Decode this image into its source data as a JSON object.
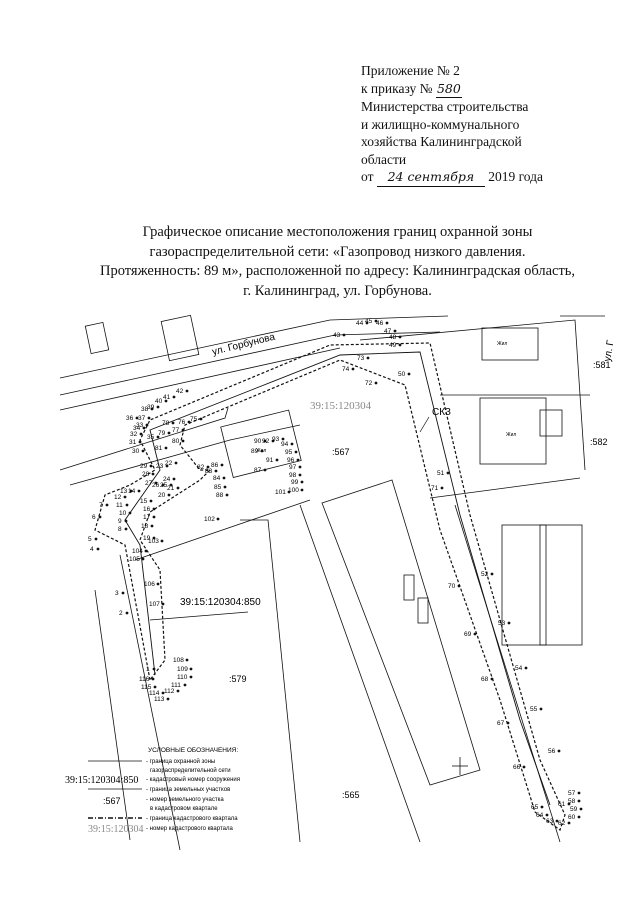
{
  "header": {
    "line1": "Приложение № 2",
    "line2_prefix": "к приказу №",
    "order_number": "580",
    "line3": "Министерства строительства",
    "line4": "и жилищно-коммунального",
    "line5": "хозяйства Калининградской",
    "line6": "области",
    "date_prefix": "от",
    "date_handwritten": "24 сентября",
    "date_suffix": "2019 года"
  },
  "title": {
    "line1": "Графическое описание местоположения границ охранной зоны",
    "line2": "газораспределительной сети: «Газопровод низкого давления.",
    "line3": "Протяженность: 89 м», расположенной по адресу: Калининградская область,",
    "line4": "г. Калининград, ул. Горбунова."
  },
  "map": {
    "street_label": "ул. Горбунова",
    "street_label_right": "ул. Г",
    "quarter_label": "39:15:120304",
    "parcel_number_label": "39:15:120304:850",
    "facility_label": "СКЗ",
    "building_label": "Жил",
    "parcels": [
      ":581",
      ":582",
      ":567",
      ":579",
      ":565"
    ],
    "points": [
      {
        "n": "1"
      },
      {
        "n": "2"
      },
      {
        "n": "3"
      },
      {
        "n": "4"
      },
      {
        "n": "5"
      },
      {
        "n": "6"
      },
      {
        "n": "7"
      },
      {
        "n": "8"
      },
      {
        "n": "9"
      },
      {
        "n": "10"
      },
      {
        "n": "11"
      },
      {
        "n": "12"
      },
      {
        "n": "13"
      },
      {
        "n": "14"
      },
      {
        "n": "15"
      },
      {
        "n": "16"
      },
      {
        "n": "17"
      },
      {
        "n": "18"
      },
      {
        "n": "19"
      },
      {
        "n": "20"
      },
      {
        "n": "21"
      },
      {
        "n": "22"
      },
      {
        "n": "23"
      },
      {
        "n": "24"
      },
      {
        "n": "25"
      },
      {
        "n": "26"
      },
      {
        "n": "27"
      },
      {
        "n": "28"
      },
      {
        "n": "29"
      },
      {
        "n": "30"
      },
      {
        "n": "31"
      },
      {
        "n": "32"
      },
      {
        "n": "33"
      },
      {
        "n": "34"
      },
      {
        "n": "35"
      },
      {
        "n": "36"
      },
      {
        "n": "37"
      },
      {
        "n": "38"
      },
      {
        "n": "39"
      },
      {
        "n": "40"
      },
      {
        "n": "41"
      },
      {
        "n": "42"
      },
      {
        "n": "43"
      },
      {
        "n": "44"
      },
      {
        "n": "45"
      },
      {
        "n": "46"
      },
      {
        "n": "47"
      },
      {
        "n": "48"
      },
      {
        "n": "49"
      },
      {
        "n": "50"
      },
      {
        "n": "51"
      },
      {
        "n": "52"
      },
      {
        "n": "53"
      },
      {
        "n": "54"
      },
      {
        "n": "55"
      },
      {
        "n": "56"
      },
      {
        "n": "57"
      },
      {
        "n": "58"
      },
      {
        "n": "59"
      },
      {
        "n": "60"
      },
      {
        "n": "61"
      },
      {
        "n": "62"
      },
      {
        "n": "63"
      },
      {
        "n": "64"
      },
      {
        "n": "65"
      },
      {
        "n": "66"
      },
      {
        "n": "67"
      },
      {
        "n": "68"
      },
      {
        "n": "69"
      },
      {
        "n": "70"
      },
      {
        "n": "71"
      },
      {
        "n": "72"
      },
      {
        "n": "73"
      },
      {
        "n": "74"
      },
      {
        "n": "75"
      },
      {
        "n": "76"
      },
      {
        "n": "77"
      },
      {
        "n": "78"
      },
      {
        "n": "79"
      },
      {
        "n": "80"
      },
      {
        "n": "81"
      },
      {
        "n": "82"
      },
      {
        "n": "83"
      },
      {
        "n": "84"
      },
      {
        "n": "85"
      },
      {
        "n": "86"
      },
      {
        "n": "87"
      },
      {
        "n": "88"
      },
      {
        "n": "89"
      },
      {
        "n": "90"
      },
      {
        "n": "91"
      },
      {
        "n": "92"
      },
      {
        "n": "93"
      },
      {
        "n": "94"
      },
      {
        "n": "95"
      },
      {
        "n": "96"
      },
      {
        "n": "97"
      },
      {
        "n": "98"
      },
      {
        "n": "99"
      },
      {
        "n": "100"
      },
      {
        "n": "101"
      },
      {
        "n": "102"
      },
      {
        "n": "103"
      },
      {
        "n": "104"
      },
      {
        "n": "105"
      },
      {
        "n": "106"
      },
      {
        "n": "107"
      },
      {
        "n": "108"
      },
      {
        "n": "109"
      },
      {
        "n": "110"
      },
      {
        "n": "111"
      },
      {
        "n": "112"
      },
      {
        "n": "113"
      },
      {
        "n": "114"
      },
      {
        "n": "115"
      },
      {
        "n": "116"
      }
    ]
  },
  "legend": {
    "title": "УСЛОВНЫЕ ОБОЗНАЧЕНИЯ:",
    "items": [
      {
        "sample": "",
        "text": "- граница охранной зоны"
      },
      {
        "sample": "",
        "text": "газораспределительной сети"
      },
      {
        "sample": "39:15:120304:850",
        "text": "- кадастровый номер сооружения"
      },
      {
        "sample": "",
        "text": "- граница земельных участков"
      },
      {
        "sample": ":567",
        "text": "- номер земельного участка"
      },
      {
        "sample": "",
        "text": "в кадастровом квартале"
      },
      {
        "sample": "",
        "text": "- граница кадастрового квартала"
      },
      {
        "sample": "39:15:120304",
        "text": "- номер кадастрового квартала"
      }
    ]
  }
}
